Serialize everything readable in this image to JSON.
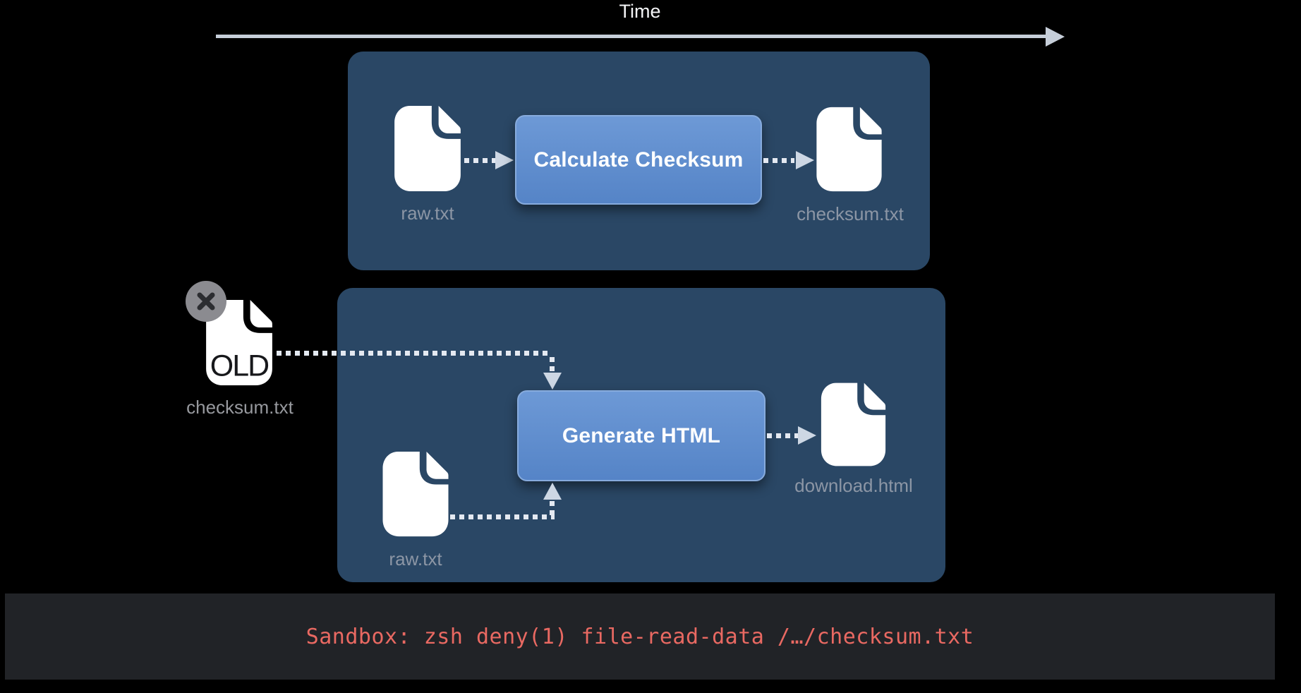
{
  "timeline": {
    "label": "Time"
  },
  "steps": [
    {
      "input_file": "raw.txt",
      "action": "Calculate Checksum",
      "output_file": "checksum.txt"
    },
    {
      "stale_marker": "OLD",
      "stale_file": "checksum.txt",
      "input_file": "raw.txt",
      "action": "Generate HTML",
      "output_file": "download.html"
    }
  ],
  "console": {
    "message": "Sandbox: zsh deny(1) file-read-data /…/checksum.txt"
  },
  "icons": {
    "file": "document-icon",
    "stale": "x-badge-icon",
    "axis": "right-arrow-icon"
  },
  "colors": {
    "background": "#000000",
    "panel": "#2a4765",
    "action_button": "#5f8ed1",
    "arrow_dots": "#e4e9f1",
    "time_arrow": "#c6ced9",
    "file_label": "#8c96a5",
    "error_text": "#e96962",
    "console_bg": "#212327"
  }
}
